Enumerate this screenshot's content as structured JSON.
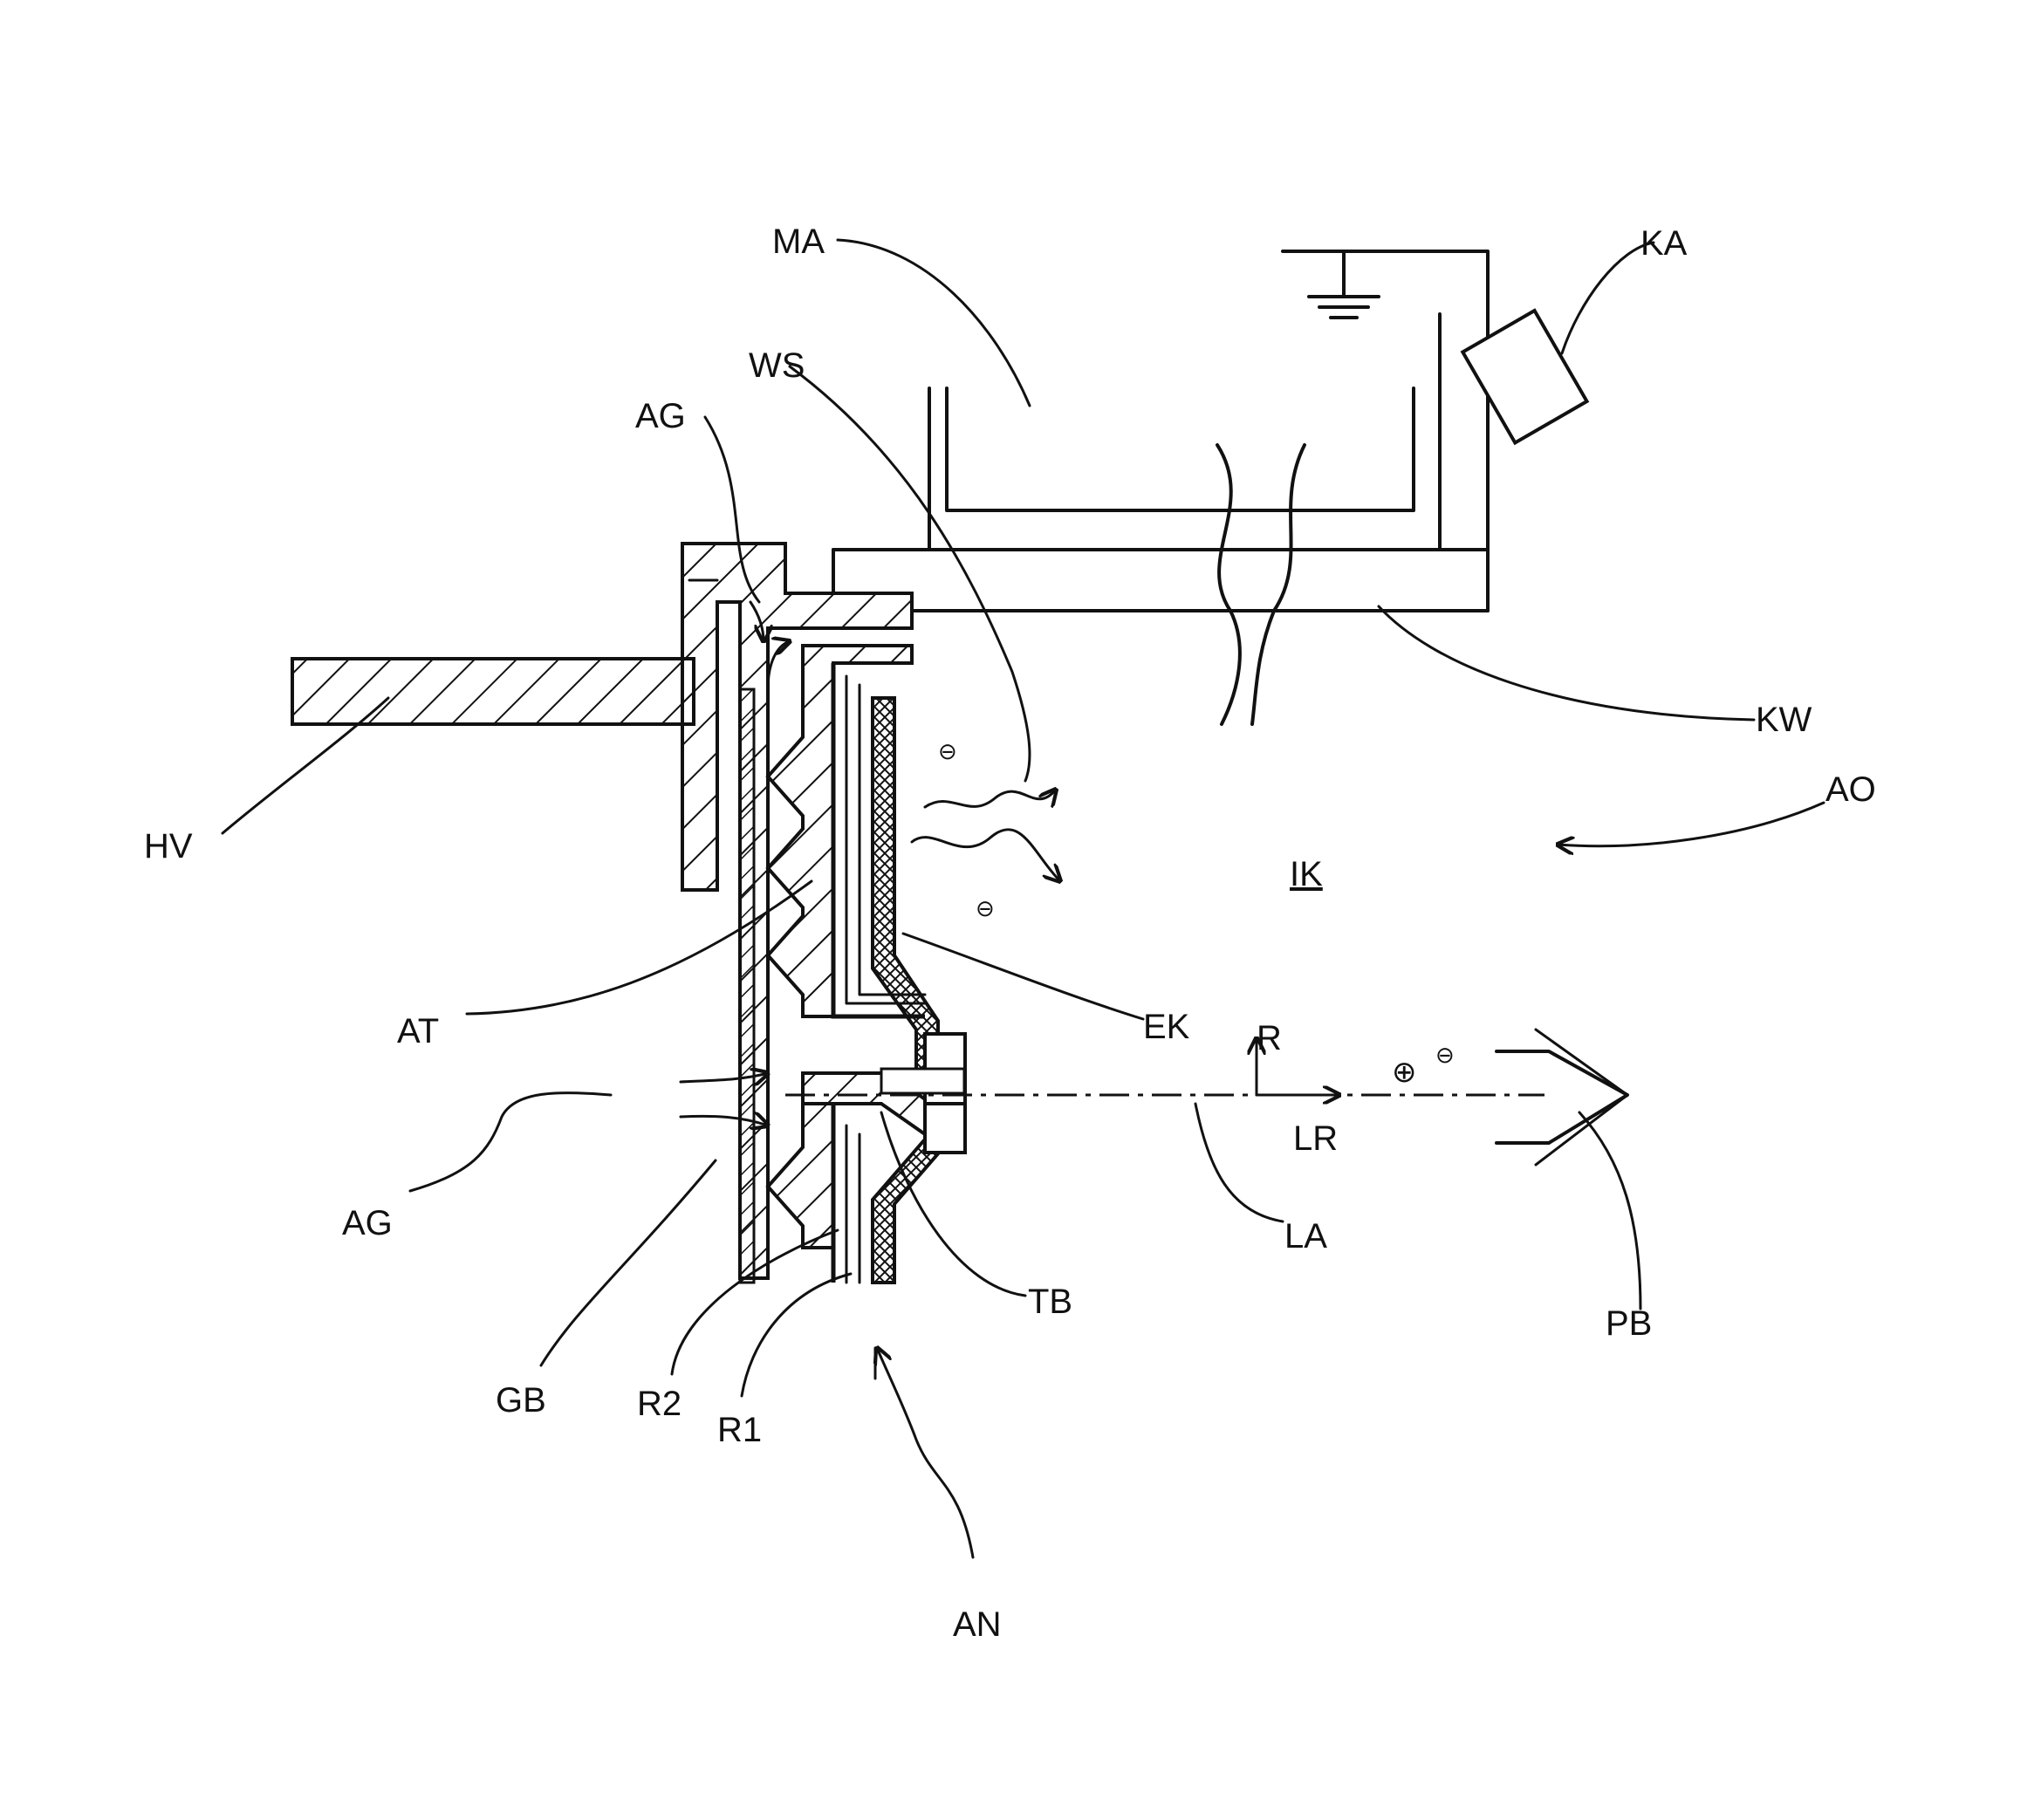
{
  "labels": {
    "ma": "MA",
    "ka": "KA",
    "ws": "WS",
    "ag_top": "AG",
    "kw": "KW",
    "ao": "AO",
    "hv": "HV",
    "ik": "IK",
    "at": "AT",
    "ek": "EK",
    "r": "R",
    "lr": "LR",
    "ag_left": "AG",
    "la": "LA",
    "tb": "TB",
    "pb": "PB",
    "gb": "GB",
    "r2": "R2",
    "r1": "R1",
    "an": "AN"
  },
  "symbols": {
    "electron_upper": "⊖",
    "electron_lower": "⊖",
    "positive": "⊕",
    "negative": "⊖"
  }
}
